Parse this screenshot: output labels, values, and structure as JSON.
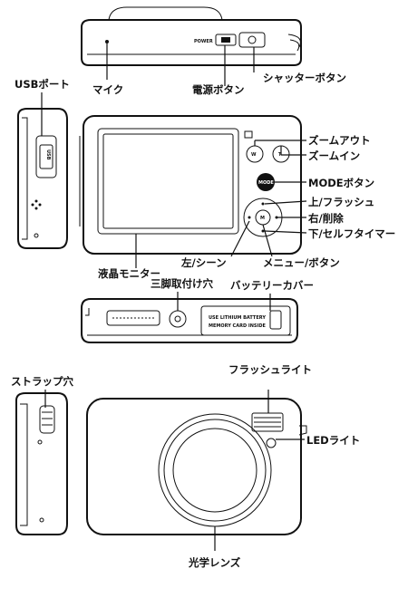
{
  "labels": {
    "usb_port": "USBポート",
    "mic": "マイク",
    "power_button": "電源ボタン",
    "shutter_button": "シャッターボタン",
    "zoom_out": "ズームアウト",
    "zoom_in": "ズームイン",
    "mode_button": "MODEボタン",
    "up_flash": "上/フラッシュ",
    "right_delete": "右/削除",
    "down_self_timer": "下/セルフタイマー",
    "left_scene": "左/シーン",
    "menu_button": "メニュー/ボタン",
    "lcd_monitor": "液晶モニター",
    "tripod_hole": "三脚取付け穴",
    "battery_cover": "バッテリーカバー",
    "strap_hole": "ストラップ穴",
    "flash_light": "フラッシュライト",
    "led_light": "LEDライト",
    "optical_lens": "光学レンズ"
  },
  "device_text": {
    "power": "POWER",
    "usb": "USB",
    "mode": "MODE",
    "zoom_w": "W",
    "zoom_t": "T",
    "menu": "M",
    "battery_line1": "USE LITHIUM BATTERY",
    "battery_line2": "MEMORY CARD INSIDE"
  }
}
